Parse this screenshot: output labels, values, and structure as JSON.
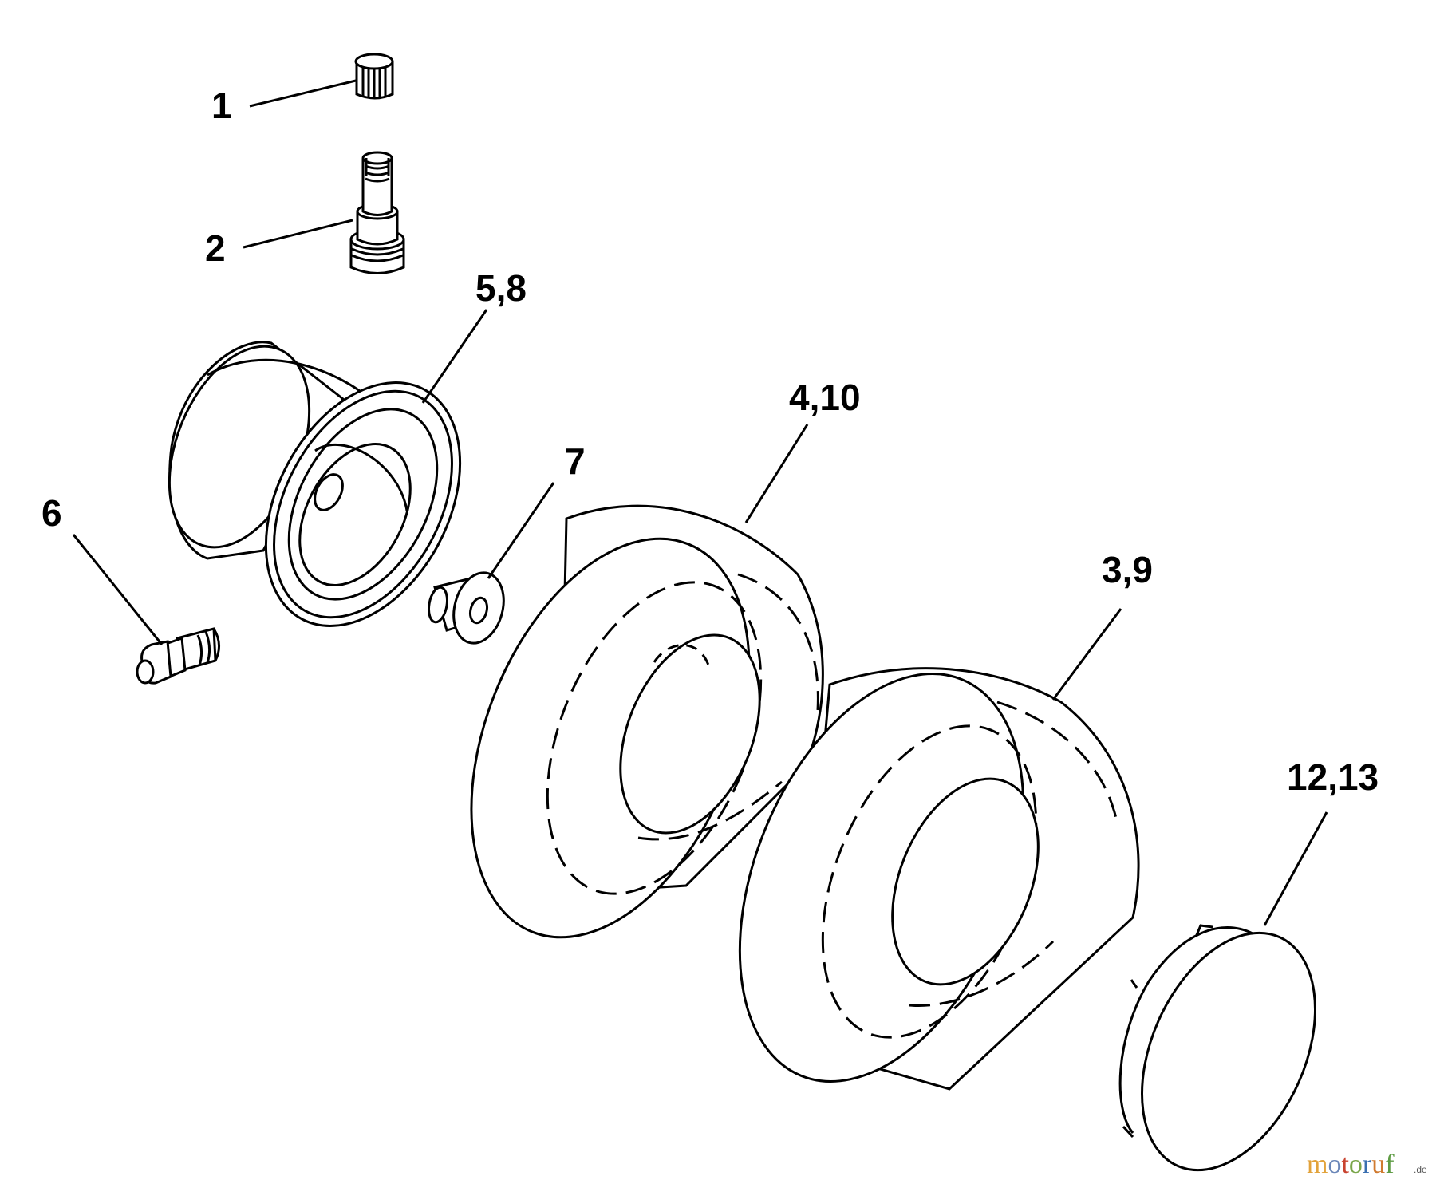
{
  "callouts": [
    {
      "id": "1",
      "text": "1",
      "part": "valve-cap"
    },
    {
      "id": "2",
      "text": "2",
      "part": "valve-stem"
    },
    {
      "id": "58",
      "text": "5,8",
      "part": "rim"
    },
    {
      "id": "6",
      "text": "6",
      "part": "grease-fitting"
    },
    {
      "id": "7",
      "text": "7",
      "part": "bushing"
    },
    {
      "id": "410",
      "text": "4,10",
      "part": "front-tire"
    },
    {
      "id": "39",
      "text": "3,9",
      "part": "rear-tire"
    },
    {
      "id": "1213",
      "text": "12,13",
      "part": "hub-cap"
    }
  ],
  "watermark": {
    "main": "motoruf",
    "suffix": ".de",
    "colors": [
      "#e2a33b",
      "#6a86b8",
      "#c9432f",
      "#7aa64a",
      "#3a6fb0",
      "#d07a2f",
      "#5e9c44"
    ]
  },
  "line_color": "#000000",
  "background": "#ffffff"
}
